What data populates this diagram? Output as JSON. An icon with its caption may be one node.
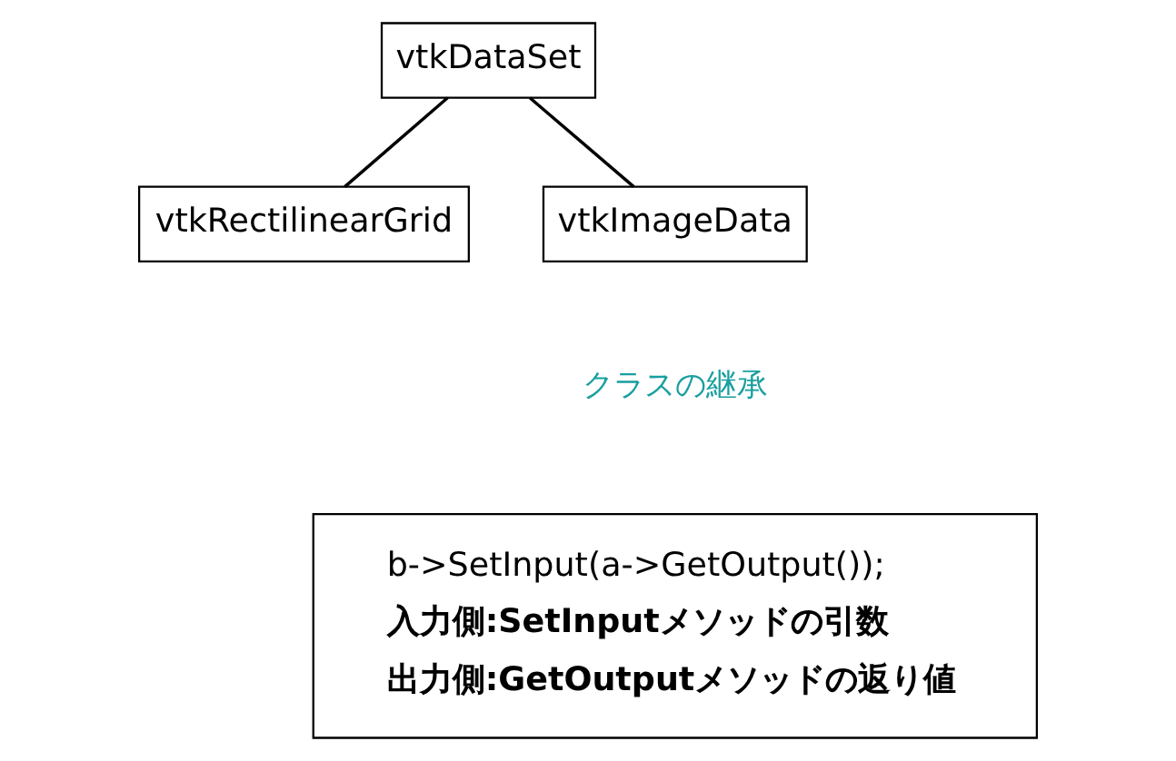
{
  "diagram": {
    "nodes": [
      {
        "text": [
          "vtkDataSet"
        ]
      },
      {
        "text": [
          "vtkRectilinearGrid"
        ]
      },
      {
        "text": [
          "vtkImageData"
        ]
      },
      {
        "text": [
          "b->SetInput(a->GetOutput());",
          "入力側:SetInputメソッドの引数",
          "出力側:GetOutputメソッドの返り値"
        ]
      }
    ],
    "edges": [
      {
        "from": 0,
        "to": 1,
        "arrow": "none"
      },
      {
        "from": 0,
        "to": 2,
        "arrow": "none"
      }
    ],
    "labels": [
      "クラスの継承"
    ]
  }
}
